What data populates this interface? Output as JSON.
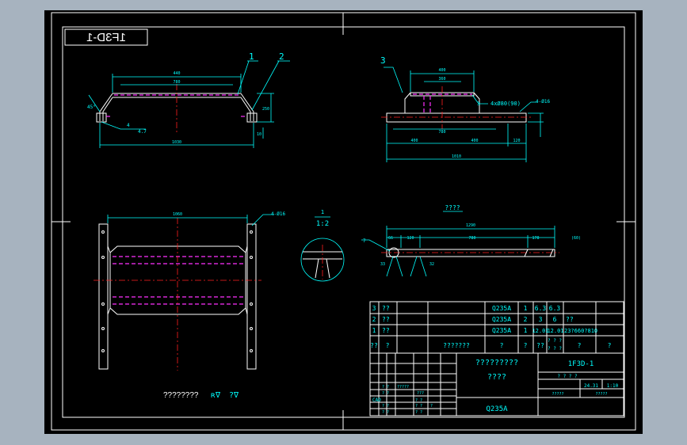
{
  "drawing": {
    "code_mirrored": "1F3D-1",
    "view_section_label": "????",
    "scale_fraction_top": "1",
    "scale_fraction_bottom": "1:2",
    "roughness_note": "????????",
    "roughness_sym_a": "ʀ∇",
    "roughness_sym_b": "?∇"
  },
  "callouts": {
    "part1": "1",
    "part2": "2",
    "part3": "3",
    "part3b": "3",
    "weld_4": "4",
    "weld_47": "4.7",
    "holes": "4xØ80(90)",
    "edge_note": "4-Ø16",
    "edge_note2": "4-Ø16",
    "angle_45": "45°",
    "label_7": "7"
  },
  "dims": {
    "front_top": "440",
    "front_mid": "780",
    "front_bottom": "1030",
    "front_h1": "250",
    "front_h2": "10",
    "side_top": "400",
    "side_mid": "360",
    "side_a": "400",
    "side_b": "400",
    "side_c": "120",
    "side_overall": "1010",
    "side_center": "780",
    "plan_top": "1060",
    "sec_total": "1290",
    "sec_a": "66",
    "sec_b": "120",
    "sec_c": "780",
    "sec_d": "178",
    "sec_e": "(60)",
    "sec_f": "33",
    "sec_g": "32"
  },
  "bom": {
    "rows": [
      {
        "no": "3",
        "name": "??",
        "material": "Q235A",
        "qty": "1",
        "w1": "6.3",
        "w2": "6.3",
        "note": ""
      },
      {
        "no": "2",
        "name": "??",
        "material": "Q235A",
        "qty": "2",
        "w1": "3",
        "w2": "6",
        "note": "??"
      },
      {
        "no": "1",
        "name": "??",
        "material": "Q235A",
        "qty": "1",
        "w1": "12.01",
        "w2": "12.01",
        "note": "23?660?810"
      }
    ],
    "header": {
      "no": "??",
      "c2": "?",
      "code": "???????",
      "c4": "?",
      "c5": "?",
      "c6": "??",
      "c7": "? ? ?",
      "c7b": "? ? ?",
      "c8": "?",
      "c9": "?"
    }
  },
  "title_block": {
    "drawing_title_1": "?????????",
    "drawing_title_2": "????",
    "drawing_code": "1F3D-1",
    "material": "Q235A",
    "stage_labels": "? ? ? ?",
    "weight": "24.31",
    "scale": "1:10",
    "sheet_a": "?????",
    "sheet_b": "?????",
    "small_cells": [
      "? ?",
      "?????",
      "? ?",
      "???",
      "CAD",
      "? ?",
      "? ?",
      "? ?",
      "?",
      "? ?",
      "? ?"
    ]
  }
}
